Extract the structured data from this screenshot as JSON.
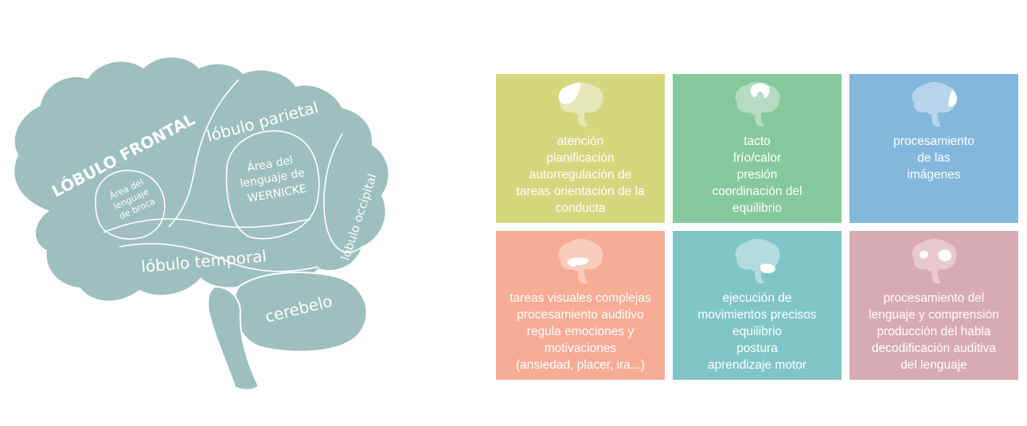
{
  "colors": {
    "brain_fill": "#9dbfbd",
    "brain_outline": "#ffffff",
    "highlight": "#ffffff"
  },
  "brain": {
    "labels": {
      "frontal": "LÓBULO FRONTAL",
      "parietal": "lóbulo parietal",
      "broca": [
        "Área del",
        "lenguaje",
        "de broca"
      ],
      "wernicke": [
        "Área del",
        "lenguaje de",
        "WERNICKE"
      ],
      "occipital": "lóbulo occipital",
      "temporal": "lóbulo temporal",
      "cerebelo": "cerebelo"
    }
  },
  "cards": [
    {
      "id": "frontal",
      "bg": "#d4d77e",
      "brain_tint": "#e5e7b6",
      "icon": "brain-frontal-icon",
      "lines": [
        "atención",
        "planificación",
        "autorregulación de",
        "tareas orientación de la",
        "conducta"
      ]
    },
    {
      "id": "parietal",
      "bg": "#86c89e",
      "brain_tint": "#b5dcc2",
      "icon": "brain-parietal-icon",
      "lines": [
        "tacto",
        "frío/calor",
        "presión",
        "coordinación del",
        "equilibrio"
      ]
    },
    {
      "id": "occipital",
      "bg": "#83b7dc",
      "brain_tint": "#b6d4ec",
      "icon": "brain-occipital-icon",
      "lines": [
        "procesamiento",
        "de las",
        "imágenes"
      ]
    },
    {
      "id": "temporal",
      "bg": "#f6ac94",
      "brain_tint": "#f9ccbd",
      "icon": "brain-temporal-icon",
      "lines": [
        "tareas visuales complejas",
        "procesamiento auditivo",
        "regula emociones y",
        "motivaciones",
        "(ansiedad, placer, ira...)"
      ]
    },
    {
      "id": "cerebelo",
      "bg": "#7fc5c8",
      "brain_tint": "#b3dcdd",
      "icon": "brain-cerebellum-icon",
      "lines": [
        "ejecución de",
        "movimientos precisos",
        "equilibrio",
        "postura",
        "aprendizaje motor"
      ]
    },
    {
      "id": "language",
      "bg": "#d8aab3",
      "brain_tint": "#e8c9cf",
      "icon": "brain-language-areas-icon",
      "lines": [
        "procesamiento del",
        "lenguaje y comprensión",
        "producción del habla",
        "decodificación auditiva",
        "del lenguaje"
      ]
    }
  ]
}
